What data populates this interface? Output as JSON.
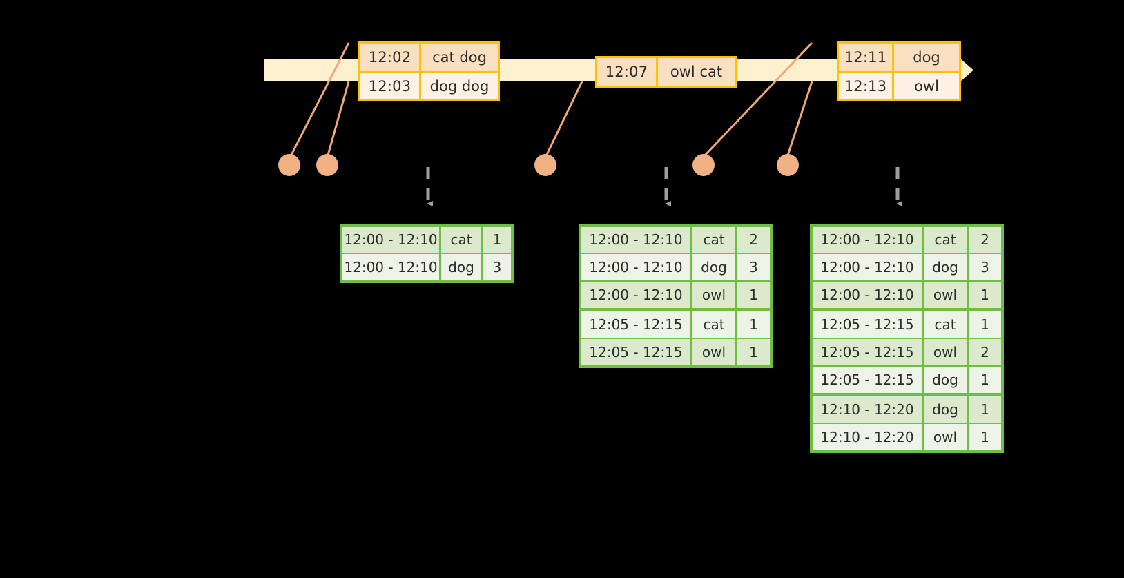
{
  "diagram": {
    "title": "sliding window word count over an event timeline",
    "colors": {
      "background": "#000000",
      "timeline_bar": "#FDF0CE",
      "event_border": "#FFC107",
      "event_fill_dark": "#FBDFC1",
      "event_fill_light": "#FDF2E4",
      "connector": "#F0A878",
      "dot": "#F2B183",
      "table_border": "#6FBE44",
      "table_fill_dark": "#DCE9CD",
      "table_fill_light": "#EDF3E7",
      "dashed_arrow": "#A0A0A0"
    }
  },
  "timeline": {
    "name": "event-timeline",
    "arrow_direction": "right",
    "event_groups": [
      {
        "id": "group-1",
        "events": [
          {
            "time": "12:02",
            "text": "cat dog"
          },
          {
            "time": "12:03",
            "text": "dog dog"
          }
        ]
      },
      {
        "id": "group-2",
        "events": [
          {
            "time": "12:07",
            "text": "owl cat"
          }
        ]
      },
      {
        "id": "group-3",
        "events": [
          {
            "time": "12:11",
            "text": "dog"
          },
          {
            "time": "12:13",
            "text": "owl"
          }
        ]
      }
    ]
  },
  "result_tables": [
    {
      "id": "result-table-1",
      "rows": [
        {
          "window": "12:00 - 12:10",
          "word": "cat",
          "count": "1"
        },
        {
          "window": "12:00 - 12:10",
          "word": "dog",
          "count": "3"
        }
      ]
    },
    {
      "id": "result-table-2",
      "rows": [
        {
          "window": "12:00 - 12:10",
          "word": "cat",
          "count": "2"
        },
        {
          "window": "12:00 - 12:10",
          "word": "dog",
          "count": "3"
        },
        {
          "window": "12:00 - 12:10",
          "word": "owl",
          "count": "1"
        },
        {
          "window": "12:05 - 12:15",
          "word": "cat",
          "count": "1"
        },
        {
          "window": "12:05 - 12:15",
          "word": "owl",
          "count": "1"
        }
      ]
    },
    {
      "id": "result-table-3",
      "rows": [
        {
          "window": "12:00 - 12:10",
          "word": "cat",
          "count": "2"
        },
        {
          "window": "12:00 - 12:10",
          "word": "dog",
          "count": "3"
        },
        {
          "window": "12:00 - 12:10",
          "word": "owl",
          "count": "1"
        },
        {
          "window": "12:05 - 12:15",
          "word": "cat",
          "count": "1"
        },
        {
          "window": "12:05 - 12:15",
          "word": "owl",
          "count": "2"
        },
        {
          "window": "12:05 - 12:15",
          "word": "dog",
          "count": "1"
        },
        {
          "window": "12:10 - 12:20",
          "word": "dog",
          "count": "1"
        },
        {
          "window": "12:10 - 12:20",
          "word": "owl",
          "count": "1"
        }
      ]
    }
  ]
}
